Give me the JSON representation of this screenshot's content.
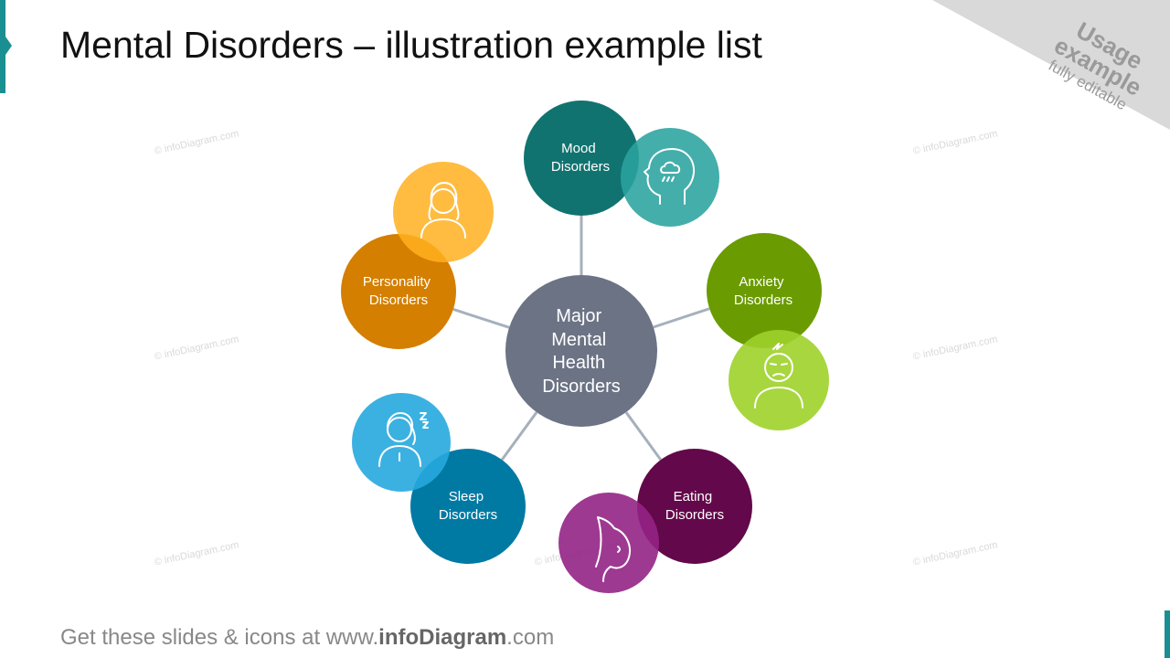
{
  "title": "Mental Disorders – illustration example list",
  "badge": {
    "line1": "Usage",
    "line2": "example",
    "line3": "fully editable"
  },
  "watermark_text": "© infoDiagram.com",
  "footer": {
    "prefix": "Get these slides & icons at www.",
    "brand": "infoDiagram",
    "suffix": ".com"
  },
  "diagram": {
    "center": {
      "lines": [
        "Major",
        "Mental",
        "Health",
        "Disorders"
      ],
      "color": "#6b7385"
    },
    "connector_color": "#a6b0bd",
    "nodes": [
      {
        "id": "mood",
        "lines": [
          "Mood",
          "Disorders"
        ],
        "color": "#117370",
        "icon_color": "#2aa39f",
        "icon": "head-rain-cloud-icon"
      },
      {
        "id": "anxiety",
        "lines": [
          "Anxiety",
          "Disorders"
        ],
        "color": "#6a9b00",
        "icon_color": "#9fd12a",
        "icon": "stressed-person-icon"
      },
      {
        "id": "eating",
        "lines": [
          "Eating",
          "Disorders"
        ],
        "color": "#63084a",
        "icon_color": "#932486",
        "icon": "obese-body-icon"
      },
      {
        "id": "sleep",
        "lines": [
          "Sleep",
          "Disorders"
        ],
        "color": "#007aa3",
        "icon_color": "#26a9de",
        "icon": "sleeping-person-icon"
      },
      {
        "id": "personality",
        "lines": [
          "Personality",
          "Disorders"
        ],
        "color": "#d47f00",
        "icon_color": "#ffb01f",
        "icon": "woman-person-icon"
      }
    ]
  }
}
